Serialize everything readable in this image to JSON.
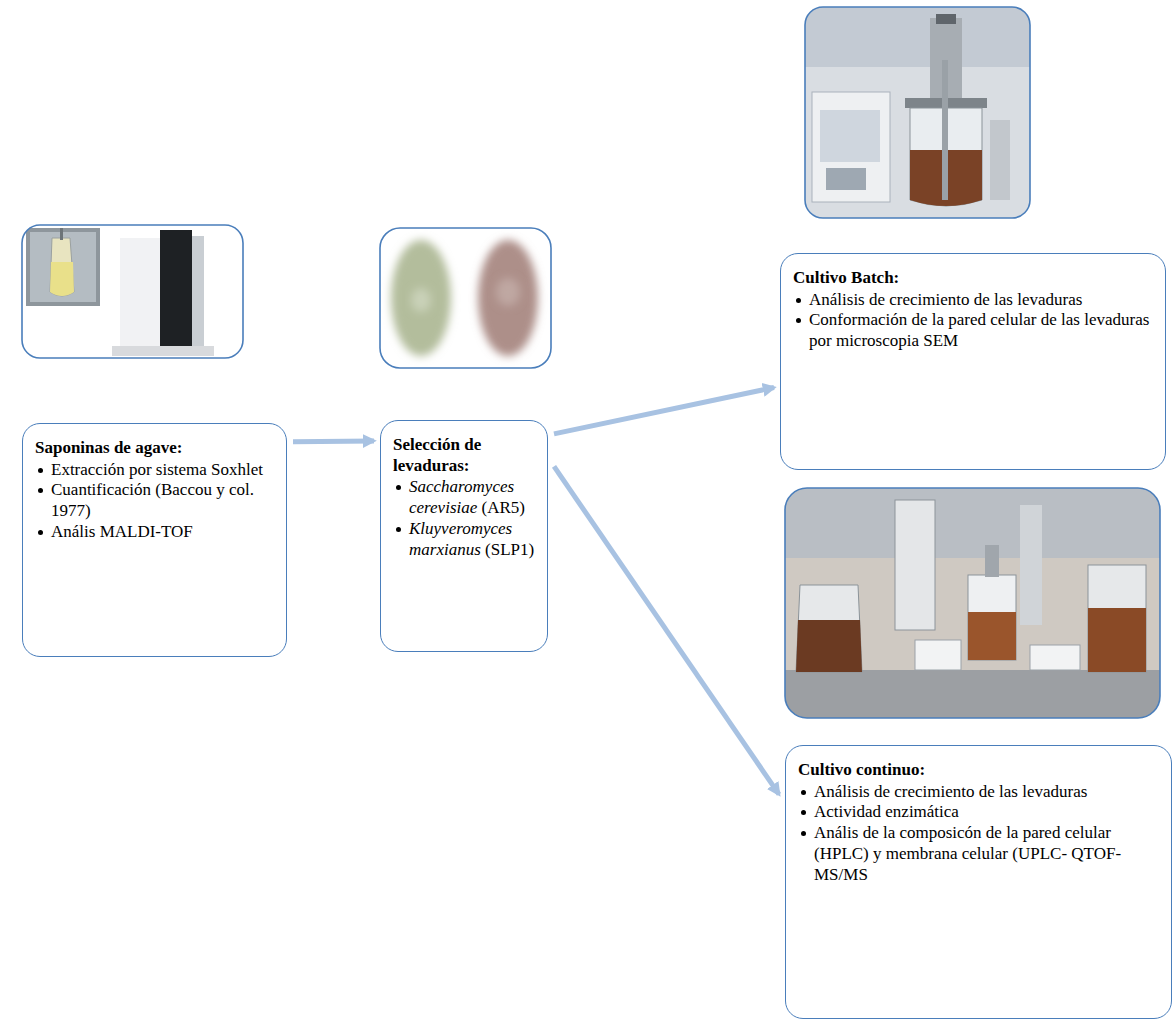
{
  "diagram": {
    "nodes": [
      {
        "text": [
          "Saponinas de agave:",
          "Extracción por sistema Soxhlet",
          "Cuantificación (Baccou y col. 1977)",
          "Anális MALDI-TOF"
        ]
      },
      {
        "text": [
          "Selección de levaduras:",
          "Saccharomyces cerevisiae (AR5)",
          "Kluyveromyces marxianus (SLP1)"
        ]
      },
      {
        "text": [
          "Cultivo Batch:",
          "Análisis de crecimiento de las levaduras",
          "Conformación de la pared celular de las levaduras por microscopia SEM"
        ]
      },
      {
        "text": [
          "Cultivo continuo:",
          "Análisis de crecimiento de las levaduras",
          "Actividad enzimática",
          "Anális de la composicón de la pared celular (HPLC) y membrana celular (UPLC- QTOF-MS/MS"
        ]
      }
    ],
    "edges": [
      {
        "from": 0,
        "to": 1,
        "arrow": "to"
      },
      {
        "from": 1,
        "to": 2,
        "arrow": "to"
      },
      {
        "from": 1,
        "to": 3,
        "arrow": "to"
      }
    ]
  }
}
